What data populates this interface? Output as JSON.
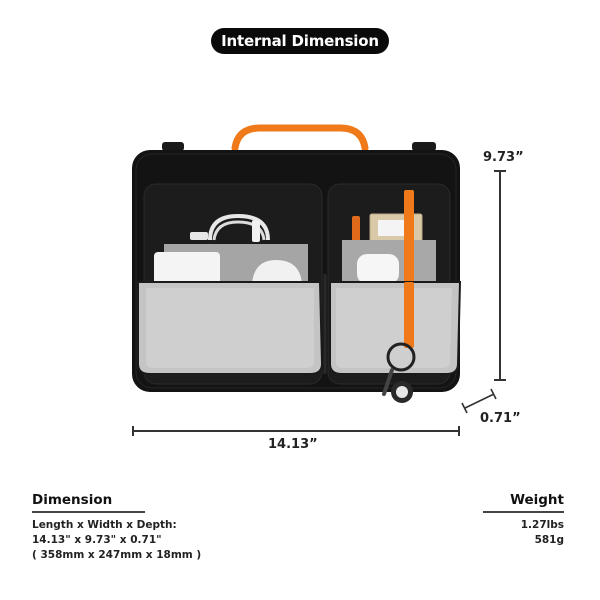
{
  "header": {
    "title": "Internal Dimension"
  },
  "product": {
    "name_icon": "laptop-sleeve-bag-image",
    "colors": {
      "body": "#111111",
      "handle": "#f07a1a",
      "lining": "#c9c9c9",
      "strap": "#f07a1a"
    }
  },
  "measurements": {
    "height": "9.73”",
    "length": "14.13”",
    "depth": "0.71”"
  },
  "dimension": {
    "title": "Dimension",
    "line1": "Length x Width x Depth:",
    "line2": "14.13\" x 9.73\" x 0.71\"",
    "line3": "( 358mm x 247mm x 18mm )"
  },
  "weight": {
    "title": "Weight",
    "imperial": "1.27lbs",
    "metric": "581g"
  }
}
